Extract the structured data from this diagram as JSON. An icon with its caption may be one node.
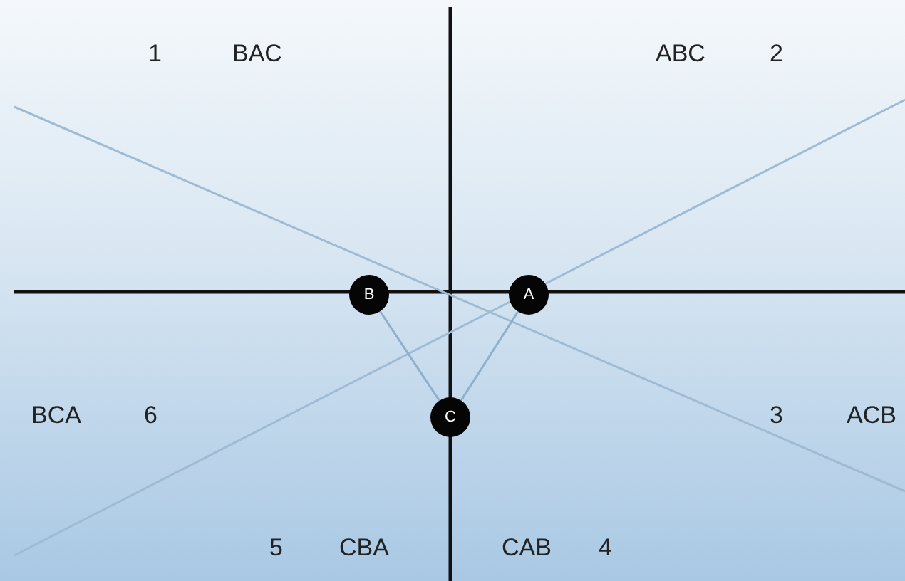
{
  "diagram": {
    "nodes": [
      {
        "text": [
          "B"
        ]
      },
      {
        "text": [
          "A"
        ]
      },
      {
        "text": [
          "C"
        ]
      }
    ],
    "edges": [
      {
        "from": 0,
        "to": 2,
        "arrow": "none"
      },
      {
        "from": 1,
        "to": 2,
        "arrow": "none"
      }
    ],
    "labels": [
      "1",
      "BAC",
      "ABC",
      "2",
      "BCA",
      "6",
      "3",
      "ACB",
      "5",
      "CBA",
      "CAB",
      "4"
    ]
  }
}
